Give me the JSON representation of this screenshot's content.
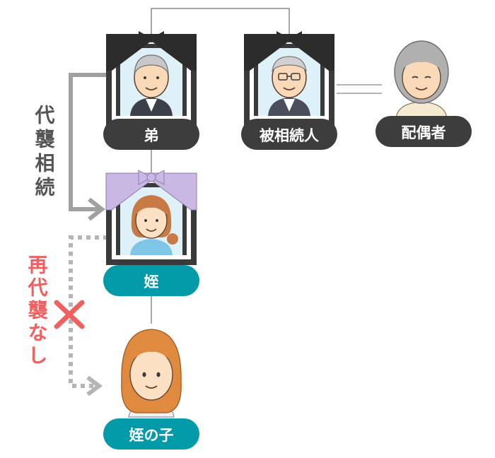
{
  "people": {
    "brother": {
      "label": "弟"
    },
    "decedent": {
      "label": "被相続人"
    },
    "spouse": {
      "label": "配偶者"
    },
    "niece": {
      "label": "姪"
    },
    "grandniece": {
      "label": "姪の子"
    }
  },
  "annotations": {
    "daishu_souzoku": "代襲相続",
    "sai_daishu_nashi": "再代襲なし"
  },
  "colors": {
    "pill_dark": "#3d3d3d",
    "pill_teal": "#009aa8",
    "arrow_gray": "#a0a0a0",
    "cross_red": "#f06060",
    "label_gray": "#555555",
    "frame_black": "#3a3a3a",
    "frame_purple": "#c9b8e3",
    "photo_bg": "#dff1f8"
  }
}
